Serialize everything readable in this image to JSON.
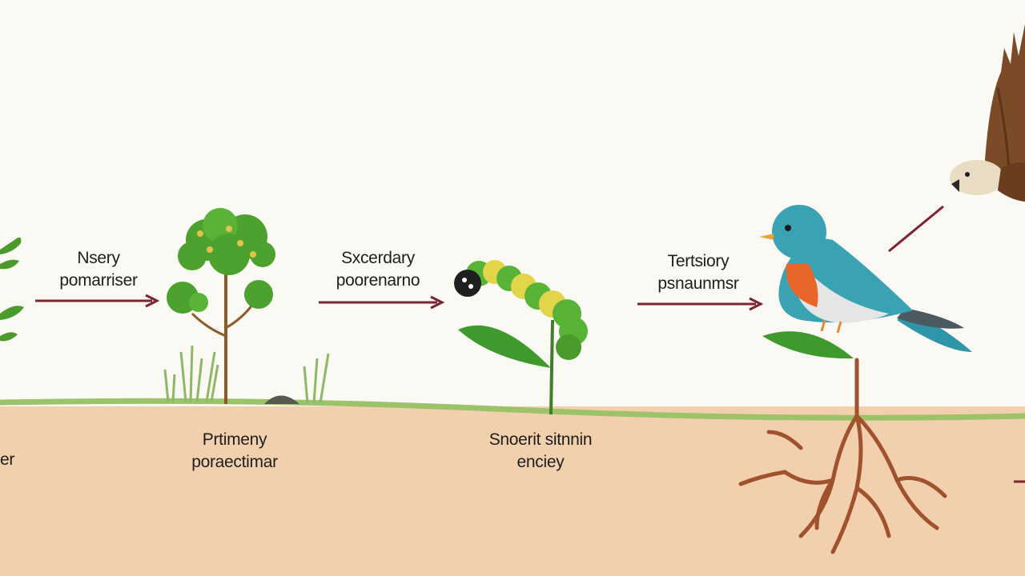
{
  "diagram": {
    "stage_labels": {
      "primary_top": {
        "line1": "Nsery",
        "line2": "pomarriser"
      },
      "secondary_top": {
        "line1": "Sxcerdary",
        "line2": "poorenarno"
      },
      "tertiary_top": {
        "line1": "Tertsiory",
        "line2": "psnaunmsr"
      },
      "primary_bottom": {
        "line1": "Prtimeny",
        "line2": "poraectimar"
      },
      "secondary_bottom": {
        "line1": "Snoerit sitnnin",
        "line2": "enciey"
      },
      "left_edge_fragment": "er"
    },
    "colors": {
      "background": "#fbf9f3",
      "soil": "#f2d0ae",
      "grass_line": "#9cc26a",
      "arrow": "#7a2530",
      "leaf": "#4a9b2c",
      "caterpillar": "#58b336",
      "bird_teal": "#3aa3b3",
      "bird_breast": "#e8662a",
      "roots": "#a0522d",
      "hawk": "#7b4a26"
    },
    "icons": [
      "leaf-icon",
      "tree-icon",
      "caterpillar-icon",
      "bird-icon",
      "hawk-icon",
      "roots-icon"
    ]
  }
}
